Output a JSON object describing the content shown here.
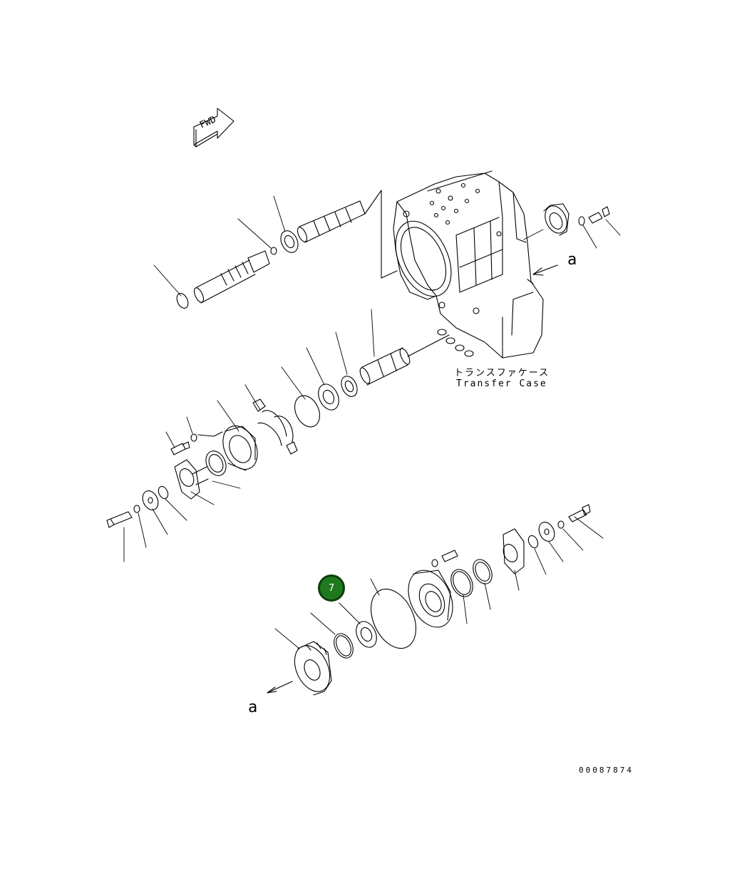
{
  "labels": {
    "transfer_case_jp": "トランスファケース",
    "transfer_case_en": "Transfer Case",
    "drawing_number": "00087874",
    "view_ref_top": "a",
    "view_ref_bottom": "a",
    "fwd_arrow": "FWD"
  },
  "callouts": [
    {
      "number": "7",
      "color": "#1f7a1f"
    }
  ],
  "colors": {
    "line": "#000000",
    "background": "#ffffff",
    "callout_fill": "#1f7a1f"
  }
}
